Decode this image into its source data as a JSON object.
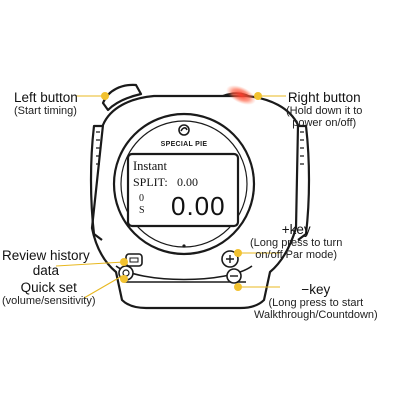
{
  "brand": "SPECIAL PIE",
  "display": {
    "mode": "Instant",
    "split_label": "SPLIT:",
    "split_value": "0.00",
    "shot_count": "0",
    "unit": "S",
    "time_value": "0.00"
  },
  "callouts": {
    "left_button": {
      "title": "Left button",
      "note": "(Start timing)"
    },
    "right_button": {
      "title": "Right button",
      "note_lines": [
        "(Hold down it to",
        "power on/off)"
      ]
    },
    "review_history": {
      "title_lines": [
        "Review history",
        "data"
      ]
    },
    "quick_set": {
      "title": "Quick set",
      "note": "(volume/sensitivity)"
    },
    "plus_key": {
      "title": "+key",
      "note_lines": [
        "(Long press to turn",
        "on/off Par mode)"
      ]
    },
    "minus_key": {
      "title": "−key",
      "note_lines": [
        "(Long press to start",
        "Walkthrough/Countdown)"
      ]
    }
  },
  "colors": {
    "marker_dot": "#f2c230",
    "leader_line": "#e8b820",
    "power_led": "#e8332a",
    "body_stroke": "#1a1a1a"
  }
}
